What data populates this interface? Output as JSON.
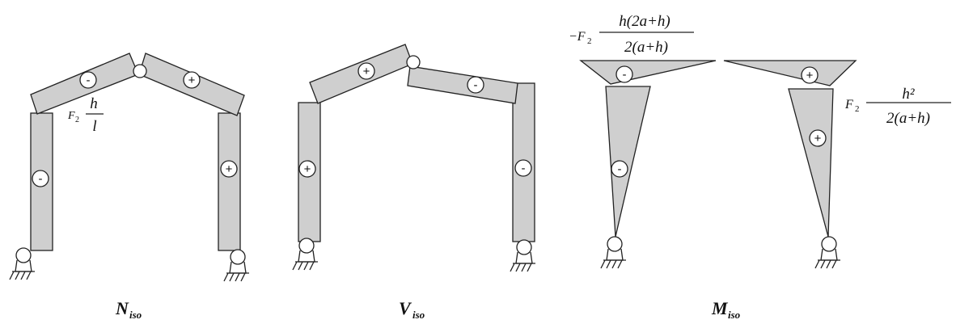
{
  "titles": {
    "n": {
      "main": "N",
      "sub": "iso"
    },
    "v": {
      "main": "V",
      "sub": "iso"
    },
    "m": {
      "main": "M",
      "sub": "iso"
    }
  },
  "signs": {
    "plus": "+",
    "minus": "-"
  },
  "annotations": {
    "n_label": {
      "coef": "F",
      "sub": "2",
      "num": "h",
      "den": "l"
    },
    "m_left": {
      "prefix": "−F",
      "sub": "2",
      "num": "h(2a+h)",
      "den": "2(a+h)"
    },
    "m_right": {
      "coef": "F",
      "sub": "2",
      "num": "h²",
      "den": "2(a+h)"
    }
  }
}
